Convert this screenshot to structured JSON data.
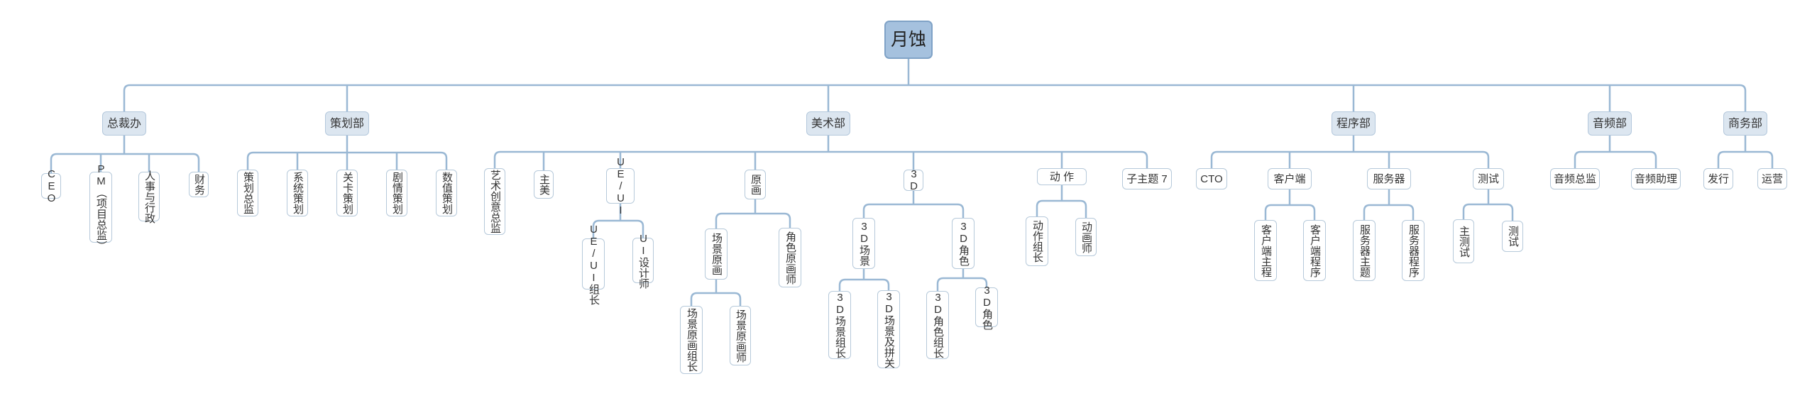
{
  "root": {
    "label": "月蚀",
    "children": [
      {
        "label": "总裁办",
        "children": [
          {
            "label": "CEO"
          },
          {
            "label": "PM（项目总监）"
          },
          {
            "label": "人事与行政"
          },
          {
            "label": "财务"
          }
        ]
      },
      {
        "label": "策划部",
        "children": [
          {
            "label": "策划总监"
          },
          {
            "label": "系统策划"
          },
          {
            "label": "关卡策划"
          },
          {
            "label": "剧情策划"
          },
          {
            "label": "数值策划"
          }
        ]
      },
      {
        "label": "美术部",
        "children": [
          {
            "label": "艺术创意总监"
          },
          {
            "label": "主美"
          },
          {
            "label": "UE/UI",
            "children": [
              {
                "label": "UE/UI组长"
              },
              {
                "label": "UI设计师"
              }
            ]
          },
          {
            "label": "原画",
            "children": [
              {
                "label": "场景原画",
                "children": [
                  {
                    "label": "场景原画组长"
                  },
                  {
                    "label": "场景原画师"
                  }
                ]
              },
              {
                "label": "角色原画师"
              }
            ]
          },
          {
            "label": "3D",
            "children": [
              {
                "label": "3D场景",
                "children": [
                  {
                    "label": "3D场景组长"
                  },
                  {
                    "label": "3D场景及拼关"
                  }
                ]
              },
              {
                "label": "3D角色",
                "children": [
                  {
                    "label": "3D角色组长"
                  },
                  {
                    "label": "3D角色"
                  }
                ]
              }
            ]
          },
          {
            "label": "动 作",
            "children": [
              {
                "label": "动作组长"
              },
              {
                "label": "动画师"
              }
            ]
          },
          {
            "label": "子主题 7"
          }
        ]
      },
      {
        "label": "程序部",
        "children": [
          {
            "label": "CTO"
          },
          {
            "label": "客户端",
            "children": [
              {
                "label": "客户端主程"
              },
              {
                "label": "客户端程序"
              }
            ]
          },
          {
            "label": "服务器",
            "children": [
              {
                "label": "服务器主题"
              },
              {
                "label": "服务器程序"
              }
            ]
          },
          {
            "label": "测试",
            "children": [
              {
                "label": "主测试"
              },
              {
                "label": "测试"
              }
            ]
          }
        ]
      },
      {
        "label": "音频部",
        "children": [
          {
            "label": "音频总监"
          },
          {
            "label": "音频助理"
          }
        ]
      },
      {
        "label": "商务部",
        "children": [
          {
            "label": "发行"
          },
          {
            "label": "运营"
          }
        ]
      }
    ]
  },
  "colors": {
    "root_fill": "#a5c1de",
    "branch_fill": "#dce6f0",
    "leaf_fill": "#ffffff",
    "node_border": "#b6c9da",
    "connector": "#9ab8d4"
  }
}
